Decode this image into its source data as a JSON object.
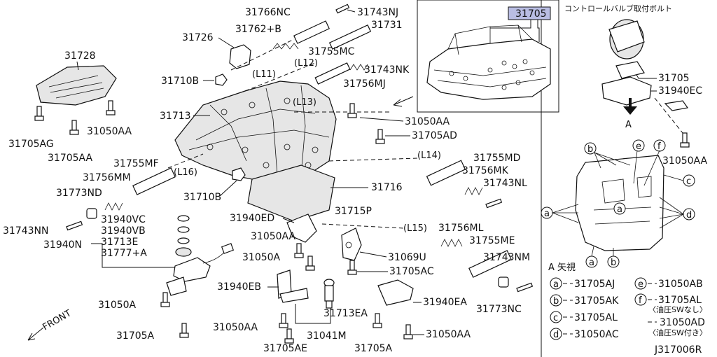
{
  "parts": {
    "p31766NC": "31766NC",
    "p31743NJ": "31743NJ",
    "p31762B": "31762+B",
    "p31731": "31731",
    "p31726": "31726",
    "p31755MC": "31755MC",
    "p31743NK": "31743NK",
    "p31756MJ": "31756MJ",
    "p31728": "31728",
    "p31710B_top": "31710B",
    "p31713": "31713",
    "p31050AA_center": "31050AA",
    "p31705AD": "31705AD",
    "p31705AG": "31705AG",
    "p31050AA_left": "31050AA",
    "p31705AA": "31705AA",
    "p31755MF": "31755MF",
    "p31756MM": "31756MM",
    "p31773ND": "31773ND",
    "p31710B_mid": "31710B",
    "p31755MD": "31755MD",
    "p31756MK": "31756MK",
    "p31743NL": "31743NL",
    "p31716": "31716",
    "p31743NN": "31743NN",
    "p31940N": "31940N",
    "p31940VC": "31940VC",
    "p31940VB": "31940VB",
    "p31713E": "31713E",
    "p31777A": "31777+A",
    "p31940ED": "31940ED",
    "p31715P": "31715P",
    "p31050AA_mid": "31050AA",
    "p31756ML": "31756ML",
    "p31755ME": "31755ME",
    "p31069U": "31069U",
    "p31743NM": "31743NM",
    "p31050A_left": "31050A",
    "p31705AC": "31705AC",
    "p31773NC": "31773NC",
    "p31940EB": "31940EB",
    "p31050A_mid": "31050A",
    "p31940EA": "31940EA",
    "p31713EA": "31713EA",
    "p31705A_left": "31705A",
    "p31050AA_bot1": "31050AA",
    "p31041M": "31041M",
    "p31050AA_bot2": "31050AA",
    "p31705AE": "31705AE",
    "p31705A_bot": "31705A",
    "p31705_box": "31705",
    "p31705_right": "31705",
    "p31940EC": "31940EC",
    "p31050AA_right": "31050AA"
  },
  "routes": {
    "L11": "(L11)",
    "L12": "(L12)",
    "L13": "(L13)",
    "L14": "(L14)",
    "L15": "(L15)",
    "L16": "(L16)"
  },
  "front_label": "FRONT",
  "jp_header": "コントロールバルブ取付ボルト",
  "view_arrow_label": "A",
  "view_title": "A 矢視",
  "callouts": {
    "a": "a",
    "b": "b",
    "c": "c",
    "d": "d",
    "e": "e",
    "f": "f"
  },
  "legend": [
    {
      "key": "a",
      "part": "31705AJ"
    },
    {
      "key": "b",
      "part": "31705AK"
    },
    {
      "key": "c",
      "part": "31705AL"
    },
    {
      "key": "d",
      "part": "31050AC"
    },
    {
      "key": "e",
      "part": "31050AB"
    },
    {
      "key": "f",
      "part": "31705AL",
      "note": "〈油圧SWなし〉"
    },
    {
      "key": "f2",
      "part": "31050AD",
      "note": "〈油圧SW付き〉"
    }
  ],
  "diagram_code": "J317006R"
}
